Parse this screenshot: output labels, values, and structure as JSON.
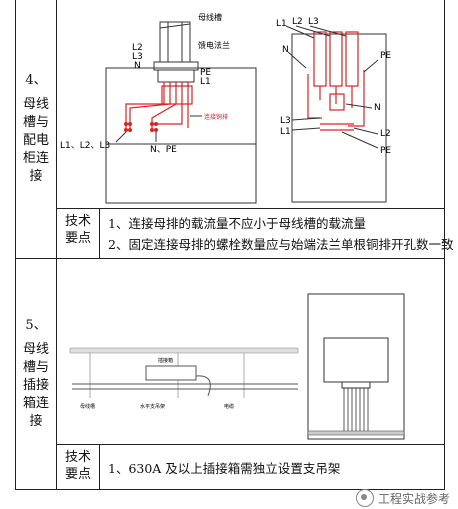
{
  "rows": [
    {
      "index": "4、",
      "title_chars": [
        "母线",
        "槽与",
        "配电",
        "柜连",
        "接"
      ],
      "label": [
        "技术",
        "要点"
      ],
      "notes": [
        "1、连接母排的载流量不应小于母线槽的载流量",
        "2、固定连接母排的螺栓数量应与始端法兰单根铜排开孔数一致"
      ],
      "fig1": {
        "busway": "母线槽",
        "flange": "馈电法兰",
        "bar_label": "连接铜排",
        "phase_labels_top": [
          "L2",
          "L3",
          "N",
          "L1",
          "PE"
        ],
        "bottom_left": "L1、L2、L3",
        "bottom_right": "N、PE"
      },
      "fig2": {
        "top_labels": [
          "L1",
          "L2",
          "L3"
        ],
        "side_labels": [
          "N",
          "PE",
          "L3",
          "L1",
          "N",
          "L2",
          "PE"
        ]
      }
    },
    {
      "index": "5、",
      "title_chars": [
        "母线",
        "槽与",
        "插接",
        "箱连",
        "接"
      ],
      "label": [
        "技术",
        "要点"
      ],
      "notes": [
        "1、630A 及以上插接箱需独立设置支吊架"
      ],
      "fig3": {
        "box": "插接箱",
        "busway": "母线槽",
        "support": "水平支吊架",
        "cable": "电缆"
      }
    }
  ],
  "watermark": "工程实战参考",
  "colors": {
    "accent": "#e02020",
    "line": "#222222"
  }
}
